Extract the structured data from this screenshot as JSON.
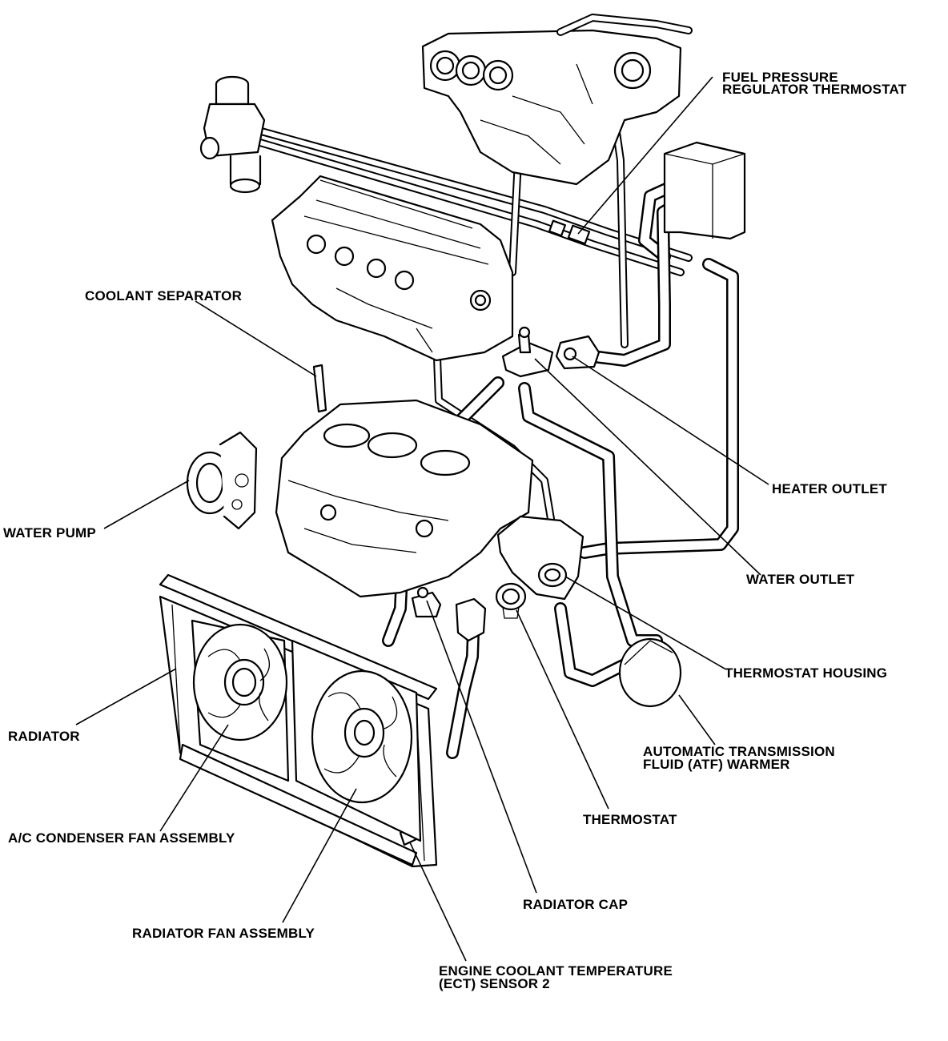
{
  "labels": {
    "fuel_pressure_regulator_thermostat": [
      "FUEL PRESSURE",
      "REGULATOR THERMOSTAT"
    ],
    "coolant_separator": "COOLANT SEPARATOR",
    "heater_outlet": "HEATER OUTLET",
    "water_pump": "WATER PUMP",
    "water_outlet": "WATER OUTLET",
    "thermostat_housing": "THERMOSTAT HOUSING",
    "radiator": "RADIATOR",
    "atf_warmer": [
      "AUTOMATIC TRANSMISSION",
      "FLUID (ATF) WARMER"
    ],
    "thermostat": "THERMOSTAT",
    "ac_condenser_fan_assembly": "A/C CONDENSER FAN ASSEMBLY",
    "radiator_cap": "RADIATOR CAP",
    "radiator_fan_assembly": "RADIATOR FAN ASSEMBLY",
    "ect_sensor_2": [
      "ENGINE COOLANT TEMPERATURE",
      "(ECT) SENSOR 2"
    ]
  }
}
